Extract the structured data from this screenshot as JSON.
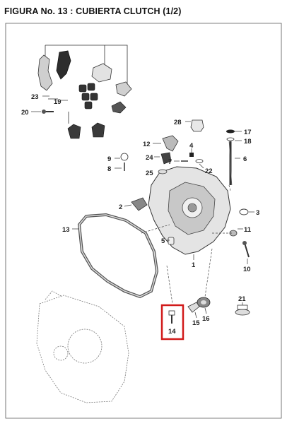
{
  "figure": {
    "title": "FIGURA No. 13 : CUBIERTA CLUTCH (1/2)"
  },
  "highlight": {
    "color": "#d11a1a",
    "part": "14"
  },
  "parts": [
    {
      "id": "p23",
      "label": "23"
    },
    {
      "id": "p19",
      "label": "19"
    },
    {
      "id": "p20",
      "label": "20"
    },
    {
      "id": "p28",
      "label": "28"
    },
    {
      "id": "p17",
      "label": "17"
    },
    {
      "id": "p18",
      "label": "18"
    },
    {
      "id": "p12",
      "label": "12"
    },
    {
      "id": "p4",
      "label": "4"
    },
    {
      "id": "p9",
      "label": "9"
    },
    {
      "id": "p24",
      "label": "24"
    },
    {
      "id": "p7",
      "label": "7"
    },
    {
      "id": "p22",
      "label": "22"
    },
    {
      "id": "p6",
      "label": "6"
    },
    {
      "id": "p8",
      "label": "8"
    },
    {
      "id": "p25",
      "label": "25"
    },
    {
      "id": "p2",
      "label": "2"
    },
    {
      "id": "p3",
      "label": "3"
    },
    {
      "id": "p13",
      "label": "13"
    },
    {
      "id": "p11",
      "label": "11"
    },
    {
      "id": "p5",
      "label": "5"
    },
    {
      "id": "p1",
      "label": "1"
    },
    {
      "id": "p10",
      "label": "10"
    },
    {
      "id": "p21",
      "label": "21"
    },
    {
      "id": "p16",
      "label": "16"
    },
    {
      "id": "p15",
      "label": "15"
    },
    {
      "id": "p14",
      "label": "14"
    }
  ]
}
